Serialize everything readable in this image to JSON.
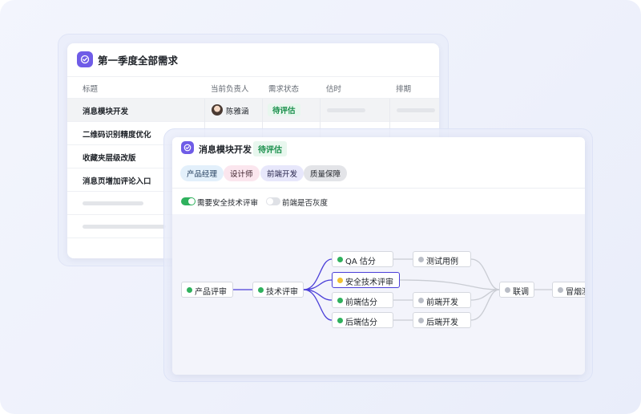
{
  "colors": {
    "accent_purple": "#4b3fd8",
    "status_green": "#1a8f4c",
    "dot_green": "#2fb15d",
    "dot_yellow": "#f2c230",
    "dot_gray": "#b9bdc6"
  },
  "backCard": {
    "title": "第一季度全部需求",
    "columns": [
      "标题",
      "当前负责人",
      "需求状态",
      "估时",
      "排期"
    ],
    "rows": [
      {
        "title": "消息模块开发",
        "owner": "陈雅涵",
        "status": "待评估"
      },
      {
        "title": "二维码识别精度优化"
      },
      {
        "title": "收藏夹层级改版"
      },
      {
        "title": "消息页增加评论入口"
      }
    ]
  },
  "frontCard": {
    "title": "消息模块开发",
    "status": "待评估",
    "tags": [
      "产品经理",
      "设计师",
      "前端开发",
      "质量保障"
    ],
    "toggles": [
      {
        "label": "需要安全技术评审",
        "on": true
      },
      {
        "label": "前端是否灰度",
        "on": false
      }
    ],
    "flow": {
      "nodes": [
        {
          "label": "产品评审",
          "status": "green"
        },
        {
          "label": "技术评审",
          "status": "green"
        },
        {
          "label": "QA 估分",
          "status": "green"
        },
        {
          "label": "安全技术评审",
          "status": "yellow"
        },
        {
          "label": "前端估分",
          "status": "green"
        },
        {
          "label": "后端估分",
          "status": "green"
        },
        {
          "label": "测试用例",
          "status": "gray"
        },
        {
          "label": "前端开发",
          "status": "gray"
        },
        {
          "label": "后端开发",
          "status": "gray"
        },
        {
          "label": "联调",
          "status": "gray"
        },
        {
          "label": "冒烟测",
          "status": "gray"
        }
      ]
    }
  }
}
